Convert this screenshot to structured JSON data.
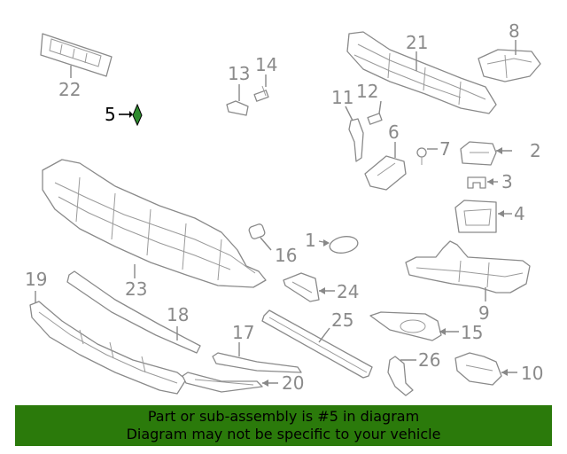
{
  "callouts": {
    "n1": "1",
    "n2": "2",
    "n3": "3",
    "n4": "4",
    "n5": "5",
    "n6": "6",
    "n7": "7",
    "n8": "8",
    "n9": "9",
    "n10": "10",
    "n11": "11",
    "n12": "12",
    "n13": "13",
    "n14": "14",
    "n15": "15",
    "n16": "16",
    "n17": "17",
    "n18": "18",
    "n19": "19",
    "n20": "20",
    "n21": "21",
    "n22": "22",
    "n23": "23",
    "n24": "24",
    "n25": "25",
    "n26": "26"
  },
  "highlight": {
    "part": "5",
    "color": "#2e8b2e"
  },
  "banner": {
    "line1": "Part or sub-assembly is #5 in diagram",
    "line2": "Diagram may not be specific to your vehicle",
    "color": "#2b7a0b"
  }
}
